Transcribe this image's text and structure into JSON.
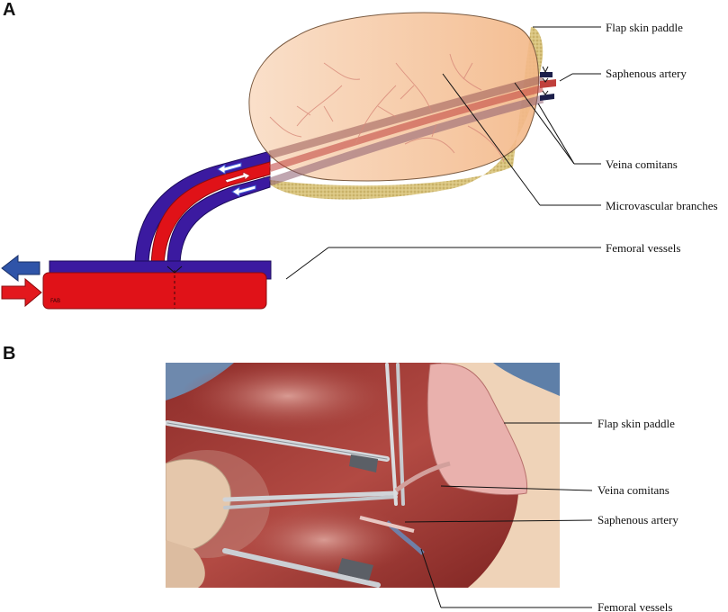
{
  "panels": {
    "a": {
      "letter": "A",
      "labels": {
        "flap_skin_paddle": "Flap skin paddle",
        "saphenous_artery": "Saphenous artery",
        "veina_comitans": "Veina comitans",
        "microvascular_branches": "Microvascular branches",
        "femoral_vessels": "Femoral vessels"
      },
      "vessel_marking": "FAB",
      "colors": {
        "artery": "#e01218",
        "vein": "#3b1aa0",
        "skin": "#f6c9a3",
        "fat": "#d8c27a"
      }
    },
    "b": {
      "letter": "B",
      "labels": {
        "flap_skin_paddle": "Flap skin paddle",
        "veina_comitans": "Veina comitans",
        "saphenous_artery": "Saphenous artery",
        "femoral_vessels": "Femoral vessels"
      }
    }
  }
}
